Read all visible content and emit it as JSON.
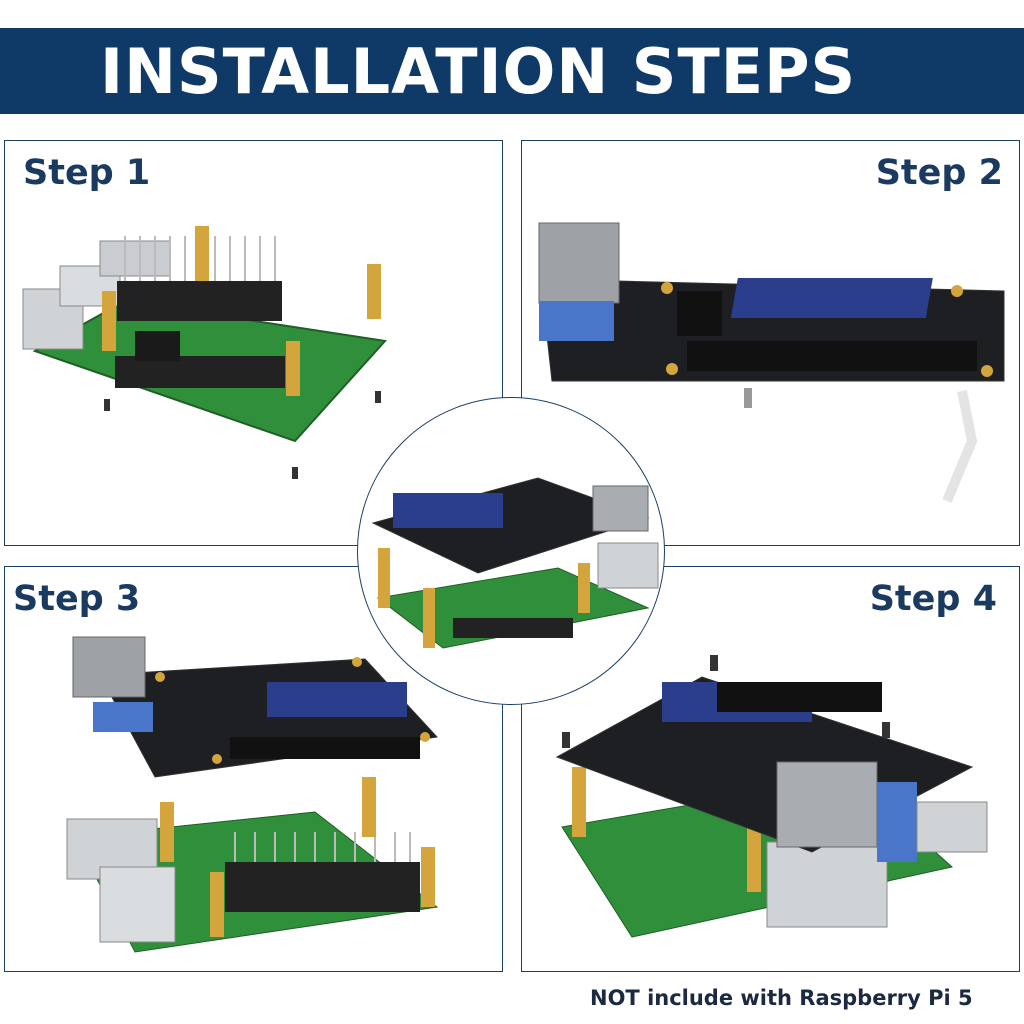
{
  "banner": {
    "title": "INSTALLATION STEPS",
    "background": "#0f3a68"
  },
  "steps": [
    {
      "label": "Step 1"
    },
    {
      "label": "Step 2"
    },
    {
      "label": "Step 3"
    },
    {
      "label": "Step 4"
    }
  ],
  "footnote": "NOT include with Raspberry  Pi 5",
  "colors": {
    "accent": "#1b3a5f",
    "pcb_green": "#2f8f3a",
    "pcb_black": "#1d1f22",
    "brass": "#d4a53c"
  }
}
